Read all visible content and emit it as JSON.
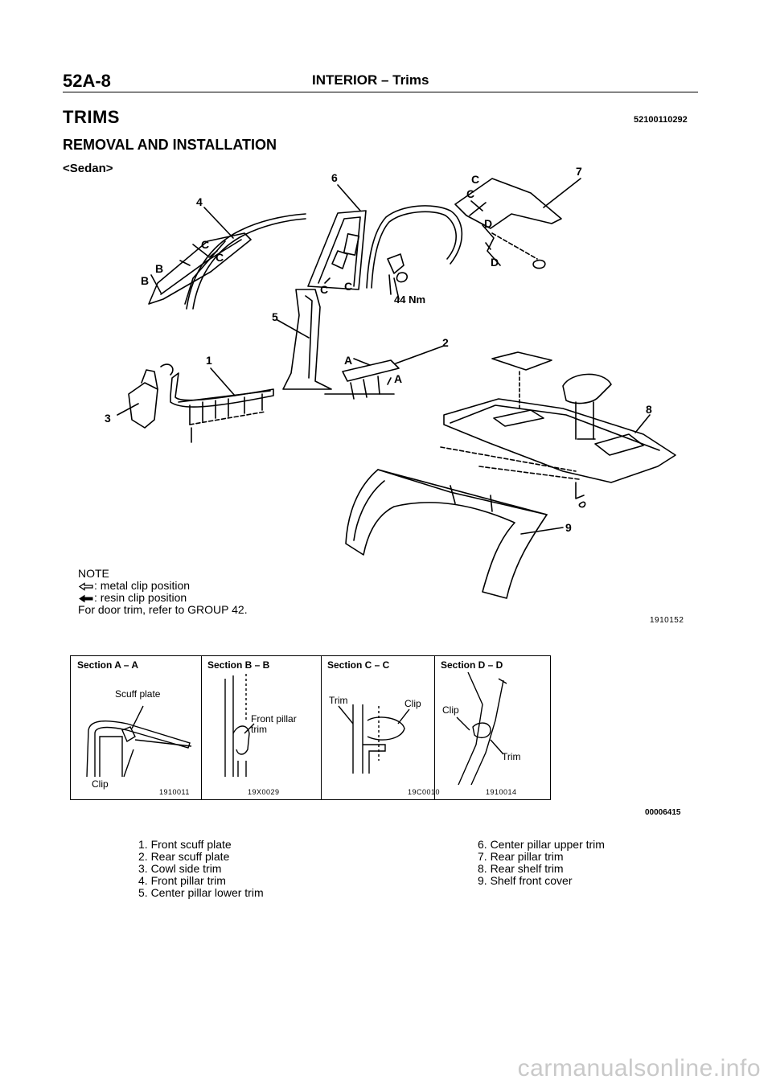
{
  "header": {
    "page_number": "52A-8",
    "section_title": "INTERIOR – Trims"
  },
  "section_heading": "TRIMS",
  "section_code": "52100110292",
  "sub_heading": "REMOVAL AND INSTALLATION",
  "variant": "<Sedan>",
  "callouts": {
    "n1": "1",
    "n2": "2",
    "n3": "3",
    "n4": "4",
    "n5": "5",
    "n6": "6",
    "n7": "7",
    "n8": "8",
    "n9": "9",
    "torque": "44 Nm",
    "a1": "A",
    "a2": "A",
    "b1": "B",
    "b2": "B",
    "c1": "C",
    "c2": "C",
    "c3": "C",
    "c4": "C",
    "c5": "C",
    "c6": "C",
    "d1": "D",
    "d2": "D"
  },
  "note": {
    "title": "NOTE",
    "metal": ": metal clip position",
    "resin": ": resin clip position",
    "door": "For door trim, refer to GROUP 42."
  },
  "figure_code": "1910152",
  "sections": [
    {
      "title": "Section A – A",
      "labels": [
        "Scuff plate",
        "Clip"
      ],
      "code": "1910011"
    },
    {
      "title": "Section B – B",
      "labels": [
        "Front pillar",
        "trim"
      ],
      "code": "19X0029"
    },
    {
      "title": "Section C – C",
      "labels": [
        "Trim",
        "Clip"
      ],
      "code": "19C0010"
    },
    {
      "title": "Section D – D",
      "labels": [
        "Clip",
        "Trim"
      ],
      "code": "1910014"
    }
  ],
  "bottom_code": "00006415",
  "legend_left": [
    "1. Front scuff plate",
    "2. Rear scuff plate",
    "3. Cowl side trim",
    "4. Front pillar trim",
    "5. Center pillar lower trim"
  ],
  "legend_right": [
    "6. Center pillar upper trim",
    "7. Rear pillar trim",
    "8. Rear shelf trim",
    "9. Shelf front cover"
  ],
  "watermark": "carmanualsonline.info",
  "colors": {
    "ink": "#000000",
    "paper": "#ffffff",
    "watermark": "#c9c9c9"
  }
}
